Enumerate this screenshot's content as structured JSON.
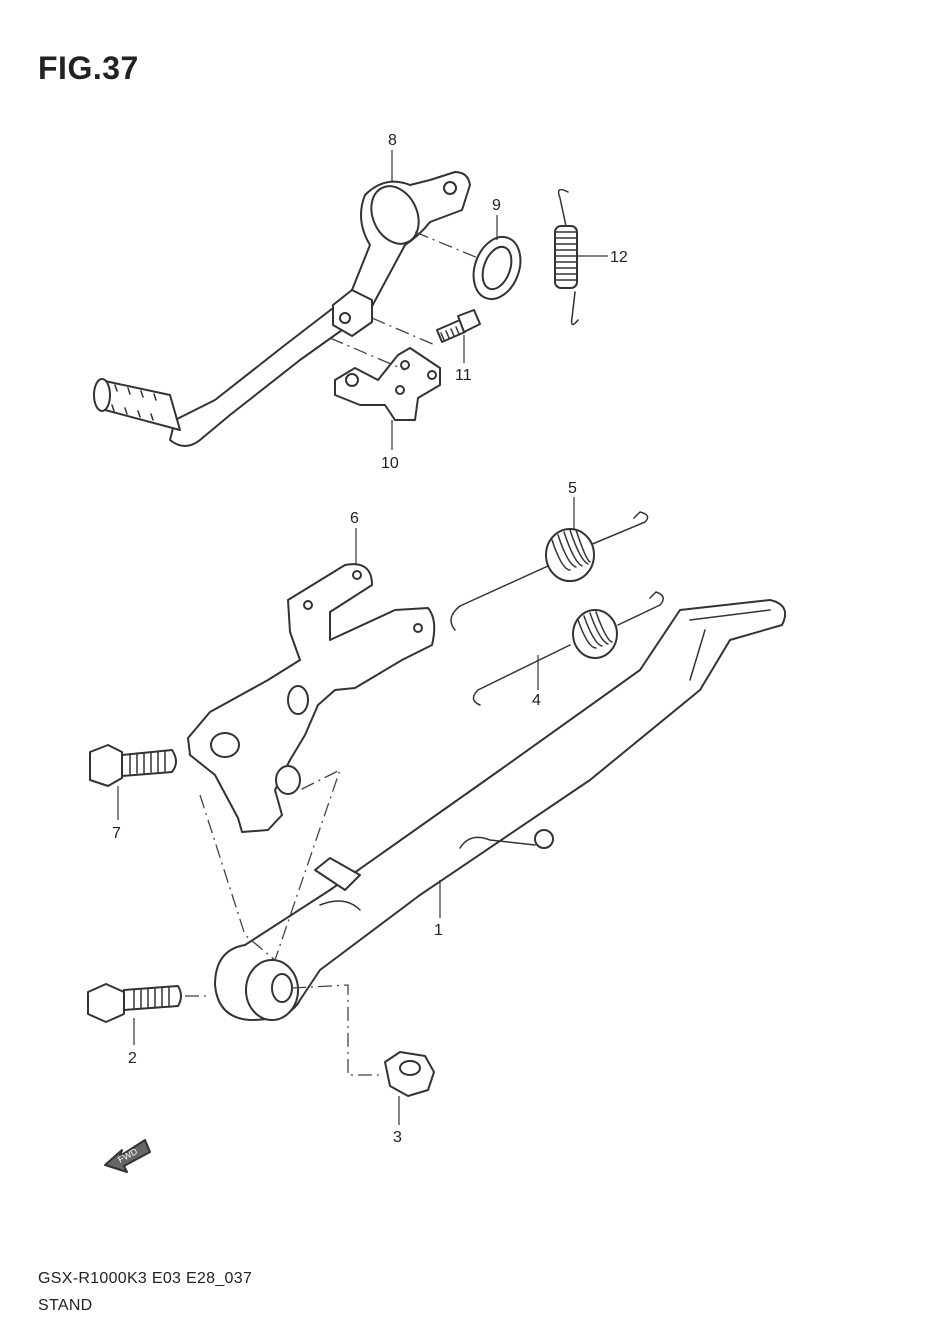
{
  "figure": {
    "title": "FIG.37"
  },
  "callouts": [
    {
      "number": "1"
    },
    {
      "number": "2"
    },
    {
      "number": "3"
    },
    {
      "number": "4"
    },
    {
      "number": "5"
    },
    {
      "number": "6"
    },
    {
      "number": "7"
    },
    {
      "number": "8"
    },
    {
      "number": "9"
    },
    {
      "number": "10"
    },
    {
      "number": "11"
    },
    {
      "number": "12"
    }
  ],
  "fwd_arrow": {
    "label": "FWD"
  },
  "footer": {
    "model_code": "GSX-R1000K3 E03 E28_037",
    "section_name": "STAND"
  }
}
